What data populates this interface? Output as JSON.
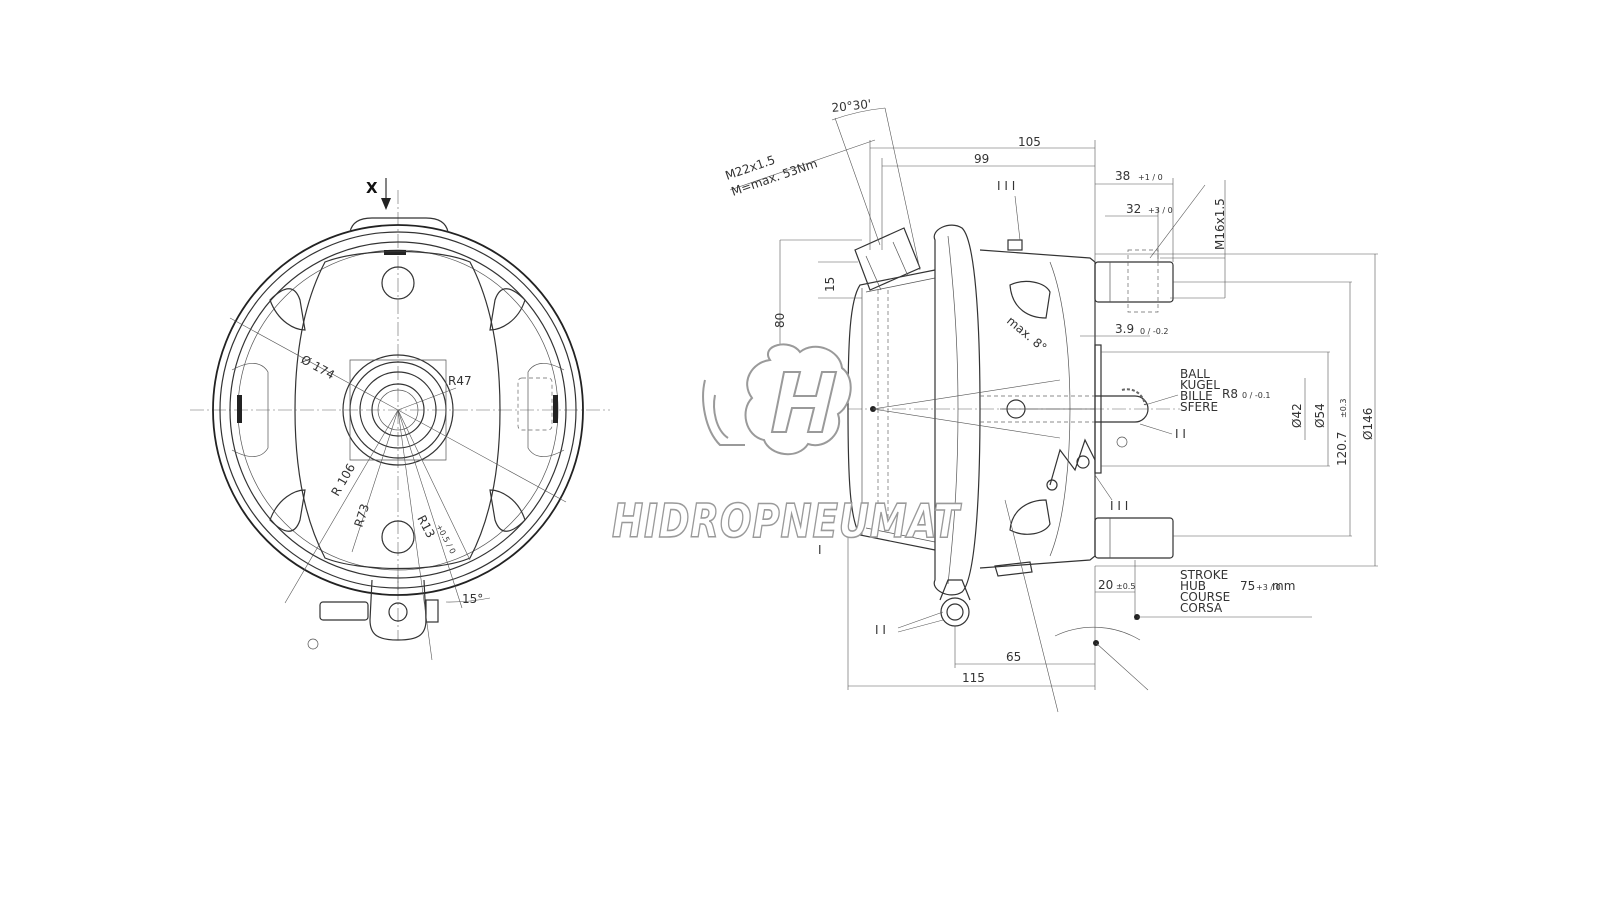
{
  "front_view": {
    "view_arrow_label": "X",
    "dims": {
      "diameter": "Ø 174",
      "r47": "R47",
      "r106": "R 106",
      "r73": "R73",
      "r13": "R13",
      "r13_tol": "+0.5 / 0",
      "angle": "15°"
    }
  },
  "side_view": {
    "dims": {
      "angle_top": "20°30'",
      "thread_port": "M22x1.5",
      "torque": "M=max. 53Nm",
      "d105": "105",
      "d99": "99",
      "d38": "38",
      "d38_tol": "+1 / 0",
      "d32": "32",
      "d32_tol": "+3 / 0",
      "thread_stud": "M16x1.5",
      "d80": "80",
      "d15": "15",
      "max_angle": "max. 8°",
      "d3_9": "3.9",
      "d3_9_tol": "0 / -0.2",
      "ball_labels": [
        "BALL",
        "KUGEL",
        "BILLE",
        "SFERE"
      ],
      "r8": "R8",
      "r8_tol": "0 / -0.1",
      "d42": "Ø42",
      "d54": "Ø54",
      "d120_7": "120.7",
      "d120_7_tol": "±0.3",
      "d146": "Ø146",
      "d20": "20",
      "d20_tol": "±0.5",
      "stroke_labels": [
        "STROKE",
        "HUB",
        "COURSE",
        "CORSA"
      ],
      "stroke_value": "75",
      "stroke_tol": "+3 / 0",
      "stroke_unit": "mm",
      "d65": "65",
      "d115": "115",
      "marker_iii": "I I I",
      "marker_ii": "I I",
      "marker_i": "I"
    }
  },
  "watermark": {
    "text": "HIDROPNEUMAT"
  }
}
